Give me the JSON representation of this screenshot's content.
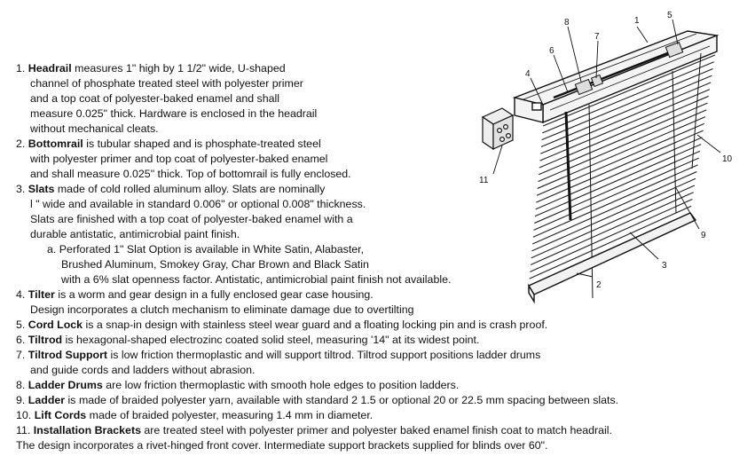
{
  "items": [
    {
      "num": "1.",
      "term": "Headrail",
      "lines": [
        " measures 1\" high by 1 1/2\" wide, U-shaped",
        "channel of phosphate treated steel with polyester primer",
        "and a top coat of polyester-baked enamel and shall",
        "measure 0.025\" thick. Hardware is enclosed in the headrail",
        "without mechanical cleats."
      ]
    },
    {
      "num": "2.",
      "term": "Bottomrail",
      "lines": [
        " is tubular shaped and is phosphate-treated steel",
        "with polyester primer and top coat of polyester-baked enamel",
        "and shall measure 0.025\" thick. Top of bottomrail is fully enclosed."
      ]
    },
    {
      "num": "3.",
      "term": "Slats",
      "lines": [
        " made of cold rolled aluminum alloy. Slats are nominally",
        "l \" wide and available in standard 0.006\" or optional 0.008\" thickness.",
        " Slats are finished with a top coat of polyester-baked enamel with a",
        "durable antistatic, antimicrobial paint finish."
      ],
      "sub": {
        "label": "a.",
        "lines": [
          "Perforated 1\" Slat Option is available in White Satin, Alabaster,",
          "Brushed Aluminum, Smokey Gray, Char Brown and Black Satin",
          "with a 6% slat openness factor. Antistatic, antimicrobial paint finish not available."
        ]
      }
    },
    {
      "num": "4.",
      "term": "Tilter",
      "lines": [
        " is a worm and gear design in a fully enclosed gear case housing.",
        "Design incorporates a clutch mechanism to eliminate damage due to overtilting"
      ]
    },
    {
      "num": "5.",
      "term": "Cord Lock",
      "lines": [
        " is a snap-in design with stainless steel wear guard and a floating locking pin and is crash proof."
      ]
    },
    {
      "num": "6.",
      "term": "Tiltrod",
      "lines": [
        " is hexagonal-shaped electrozinc coated solid steel, measuring '14\" at its widest point."
      ]
    },
    {
      "num": "7.",
      "term": "Tiltrod Support",
      "lines": [
        " is low friction thermoplastic and will support tiltrod. Tiltrod support positions ladder drums",
        " and guide cords and ladders without abrasion."
      ]
    },
    {
      "num": "8.",
      "term": "Ladder Drums",
      "lines": [
        " are low friction thermoplastic with smooth hole edges to position ladders."
      ]
    },
    {
      "num": "9.",
      "term": "Ladder",
      "lines": [
        " is made of braided polyester yarn, available with standard 2 1.5 or optional 20 or 22.5 mm spacing between slats."
      ]
    },
    {
      "num": "10.",
      "term": "Lift Cords",
      "lines": [
        " made of braided polyester, measuring 1.4 mm in diameter."
      ]
    },
    {
      "num": "11.",
      "term": "Installation Brackets",
      "lines": [
        " are treated steel with polyester primer and polyester baked enamel finish coat to match headrail.",
        "The design incorporates a rivet-hinged front cover. Intermediate support brackets supplied for blinds over 60\"."
      ]
    }
  ],
  "diagram": {
    "callouts": [
      "1",
      "2",
      "3",
      "4",
      "5",
      "6",
      "7",
      "8",
      "9",
      "10",
      "11"
    ]
  }
}
